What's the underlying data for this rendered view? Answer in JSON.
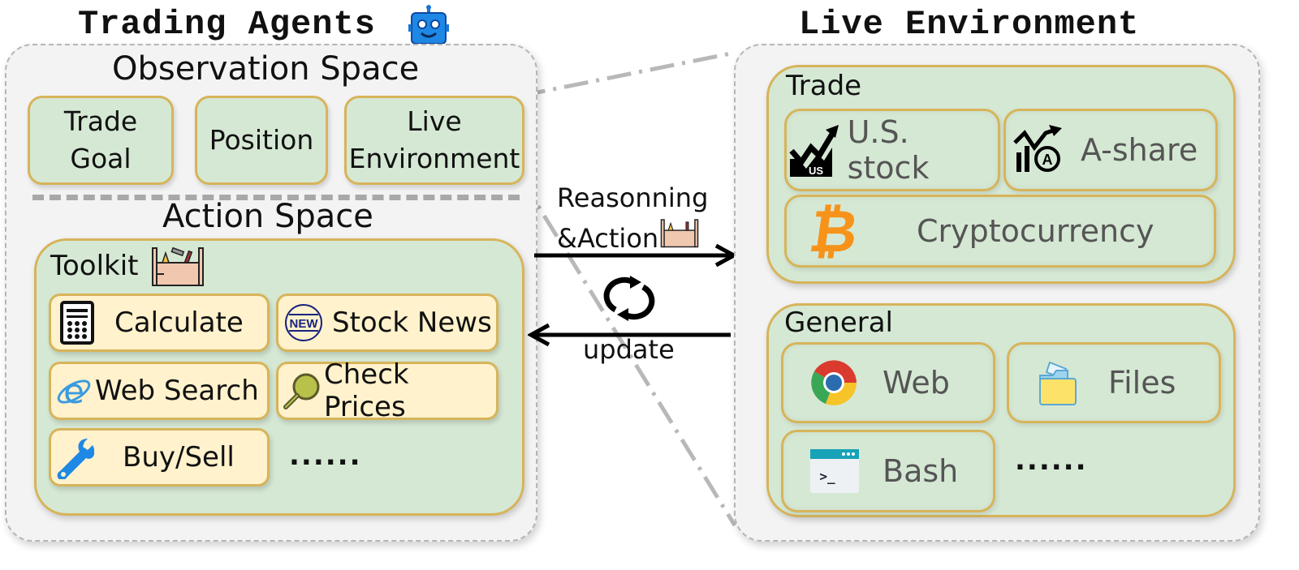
{
  "left": {
    "title": "Trading Agents",
    "title_icon": "robot-icon",
    "observation": {
      "heading": "Observation Space",
      "items": [
        {
          "line1": "Trade",
          "line2": "Goal"
        },
        {
          "line1": "Position",
          "line2": ""
        },
        {
          "line1": "Live",
          "line2": "Environment"
        }
      ]
    },
    "action": {
      "heading": "Action Space",
      "toolkit": {
        "label": "Toolkit",
        "icon": "toolbox-icon",
        "tools": [
          {
            "label": "Calculate",
            "icon": "calculator-icon"
          },
          {
            "label": "Stock News",
            "icon": "news-globe-icon"
          },
          {
            "label": "Web Search",
            "icon": "internet-explorer-icon"
          },
          {
            "label": "Check Prices",
            "icon": "magnifier-icon"
          },
          {
            "label": "Buy/Sell",
            "icon": "wrench-icon"
          }
        ],
        "more": "......"
      }
    }
  },
  "middle": {
    "forward_label_line1": "Reasonning",
    "forward_label_line2": "&Action",
    "loop_icon": "refresh-cycle-icon",
    "back_label": "update"
  },
  "right": {
    "title": "Live Environment",
    "trade": {
      "heading": "Trade",
      "items": [
        {
          "label": "U.S. stock",
          "icon": "us-stock-chart-icon",
          "badge": "US"
        },
        {
          "label": "A-share",
          "icon": "a-share-chart-icon",
          "badge": "A"
        },
        {
          "label": "Cryptocurrency",
          "icon": "bitcoin-icon"
        }
      ]
    },
    "general": {
      "heading": "General",
      "items": [
        {
          "label": "Web",
          "icon": "chrome-icon"
        },
        {
          "label": "Files",
          "icon": "folder-icon"
        },
        {
          "label": "Bash",
          "icon": "terminal-icon",
          "glyph": ">_"
        }
      ],
      "more": "......"
    }
  },
  "colors": {
    "green_fill": "#d5e8d4",
    "gold_border": "#d7b45a",
    "cream_fill": "#fff2cc",
    "panel_fill": "#f3f3f3",
    "bitcoin": "#f7931a"
  }
}
